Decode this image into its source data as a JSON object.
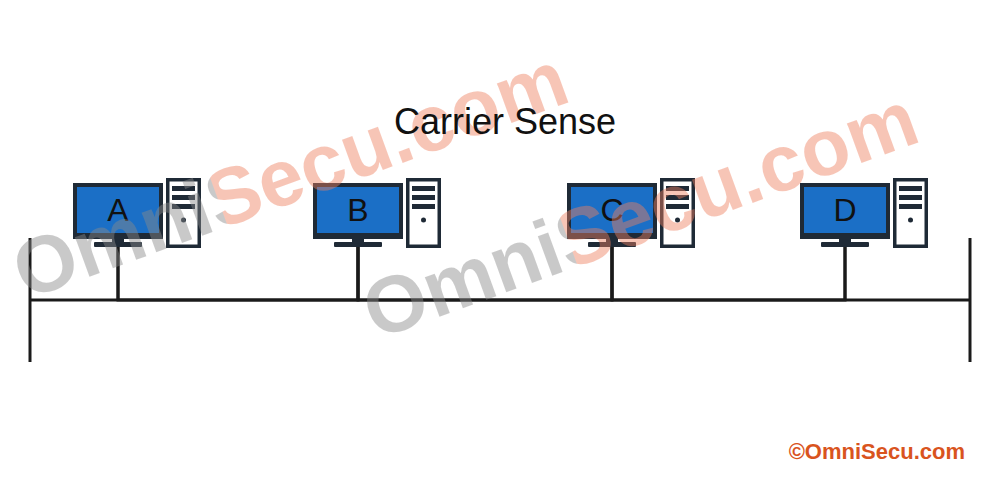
{
  "diagram": {
    "title": "Carrier Sense",
    "nodes": [
      {
        "text": [
          "A"
        ]
      },
      {
        "text": [
          "B"
        ]
      },
      {
        "text": [
          "C"
        ]
      },
      {
        "text": [
          "D"
        ]
      }
    ],
    "edges": [
      {
        "from": 0,
        "to": 1,
        "arrow": "none"
      },
      {
        "from": 1,
        "to": 2,
        "arrow": "none"
      },
      {
        "from": 2,
        "to": 3,
        "arrow": "none"
      }
    ],
    "labels": [
      "OmniSecu.com",
      "OmniSecu.com",
      "©OmniSecu.com"
    ]
  }
}
